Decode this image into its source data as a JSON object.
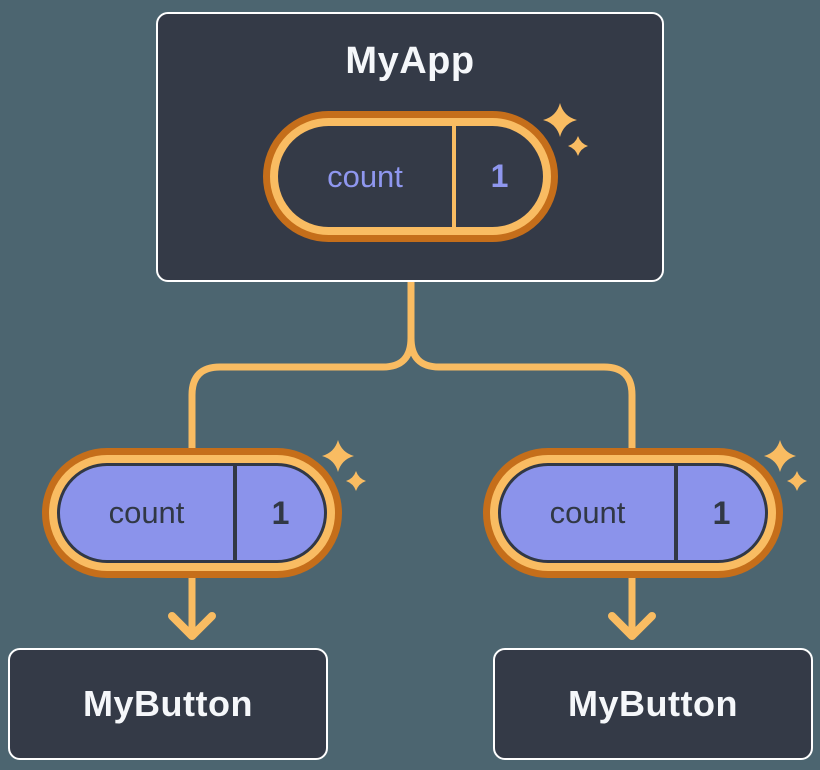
{
  "diagram": {
    "type": "component-tree",
    "tree": {
      "root": {
        "title": "MyApp",
        "state": {
          "label": "count",
          "value": "1"
        }
      },
      "children": [
        {
          "title": "MyButton",
          "state": {
            "label": "count",
            "value": "1"
          }
        },
        {
          "title": "MyButton",
          "state": {
            "label": "count",
            "value": "1"
          }
        }
      ]
    },
    "icons": [
      "sparkle-icon",
      "arrow-down-icon"
    ],
    "colors": {
      "background": "#4C6570",
      "card_fill": "#343A47",
      "card_border": "#FFFFFF",
      "title_text": "#F5F7FA",
      "state_pill_purple": "#8B93EB",
      "state_text_purple": "#8F97EF",
      "state_text_dark": "#313845",
      "ring_orange_dark": "#C56E1A",
      "ring_orange_light": "#F9BC62",
      "connector_orange": "#F9BC62"
    }
  }
}
